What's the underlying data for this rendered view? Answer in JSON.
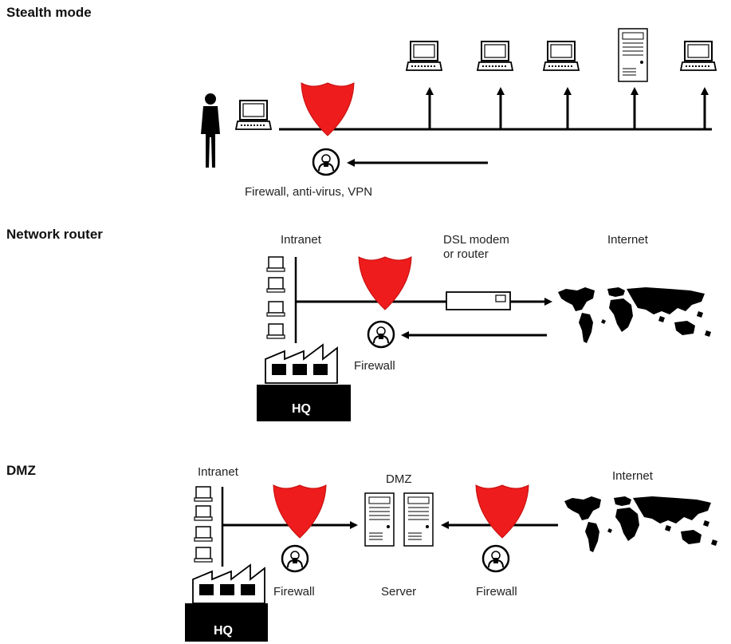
{
  "sections": {
    "stealth": {
      "title": "Stealth mode",
      "caption": "Firewall, anti-virus, VPN"
    },
    "router": {
      "title": "Network router",
      "intranet": "Intranet",
      "modem": "DSL modem",
      "modem2": "or router",
      "internet": "Internet",
      "firewall": "Firewall",
      "hq": "HQ"
    },
    "dmz": {
      "title": "DMZ",
      "intranet": "Intranet",
      "dmz": "DMZ",
      "internet": "Internet",
      "firewall_left": "Firewall",
      "server": "Server",
      "firewall_right": "Firewall",
      "hq": "HQ"
    }
  },
  "colors": {
    "shield": "#ee1c1c",
    "line": "#000000",
    "map": "#000000"
  },
  "icons": [
    "person-icon",
    "laptop-icon",
    "tower-server-icon",
    "firewall-shield-icon",
    "firewall-guard-icon",
    "intranet-computer-icon",
    "factory-icon",
    "dsl-modem-icon",
    "world-map-icon"
  ]
}
